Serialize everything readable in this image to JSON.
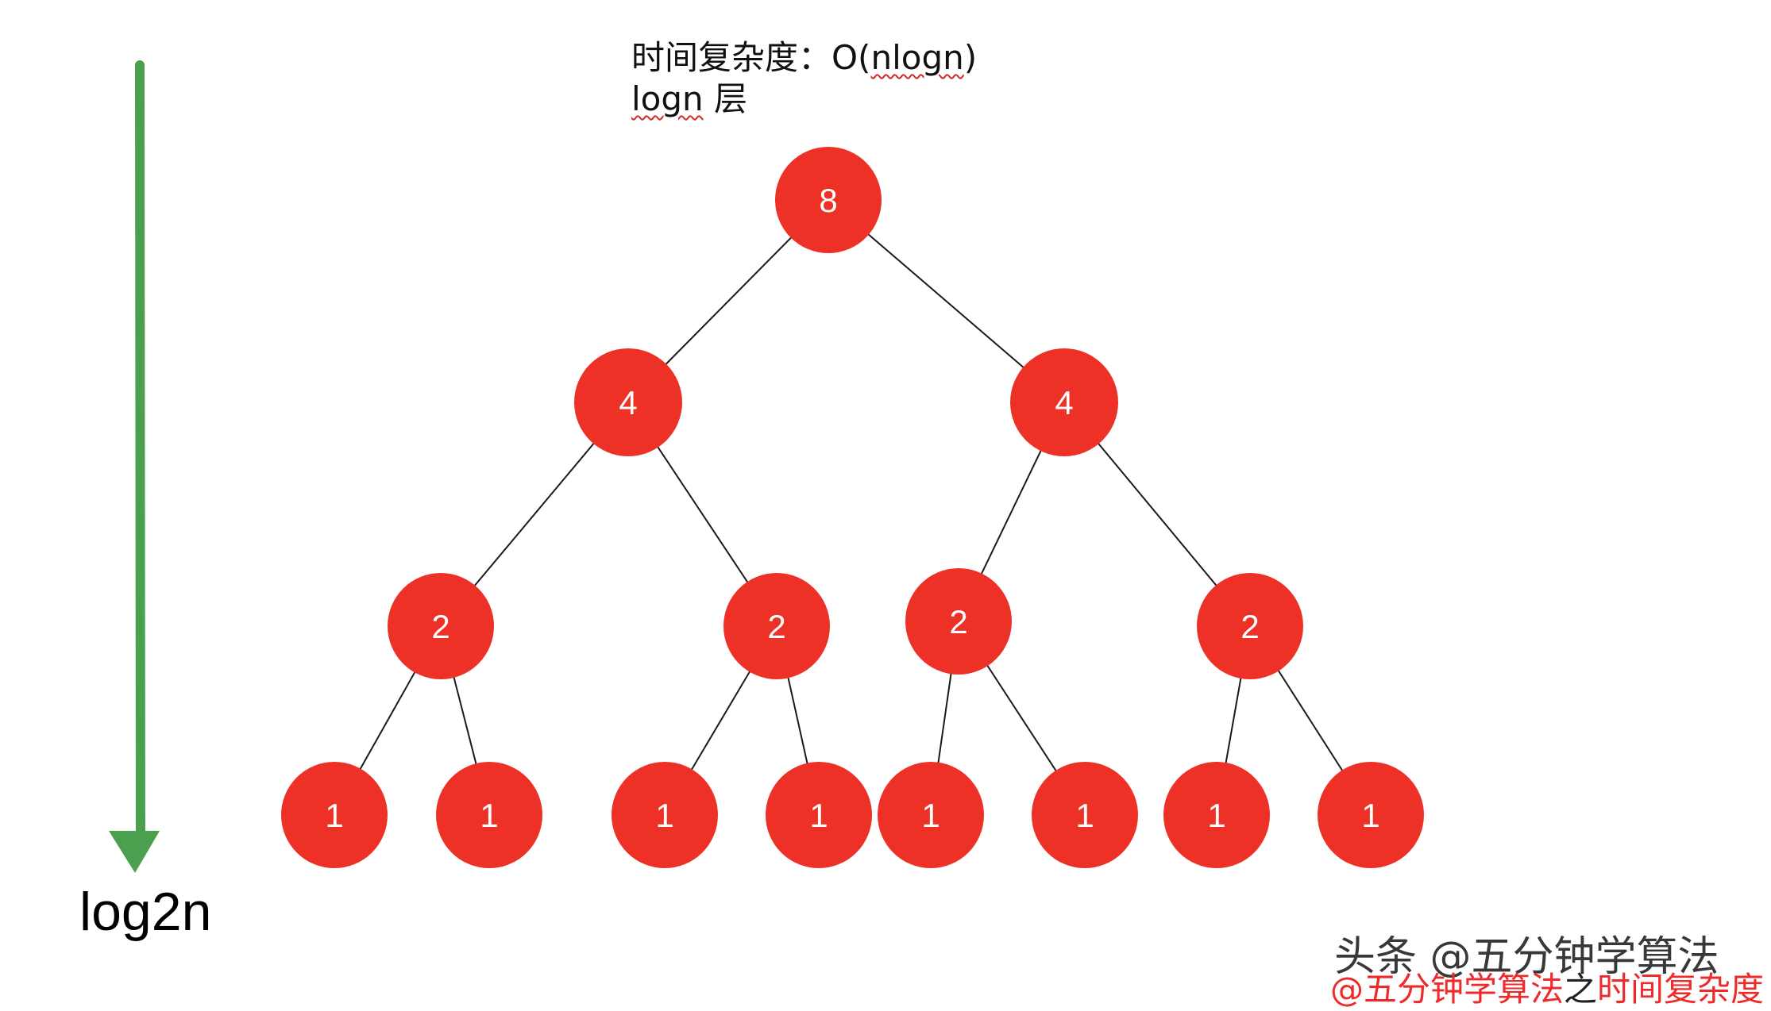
{
  "caption": {
    "line1_prefix": "时间复杂度：O(",
    "line1_mid": "nlogn",
    "line1_suffix": ")",
    "line2_mid": "logn",
    "line2_suffix": " 层"
  },
  "axis": {
    "label": "log2n",
    "color": "#4aa04f"
  },
  "tree": {
    "node_color": "#ee3127",
    "levels": [
      [
        "8"
      ],
      [
        "4",
        "4"
      ],
      [
        "2",
        "2",
        "2",
        "2"
      ],
      [
        "1",
        "1",
        "1",
        "1",
        "1",
        "1",
        "1",
        "1"
      ]
    ]
  },
  "watermark": {
    "line1": "头条 @五分钟学算法",
    "line2_part1": "@五分钟学算法",
    "line2_part2": "之",
    "line2_part3": "时间复杂度"
  }
}
